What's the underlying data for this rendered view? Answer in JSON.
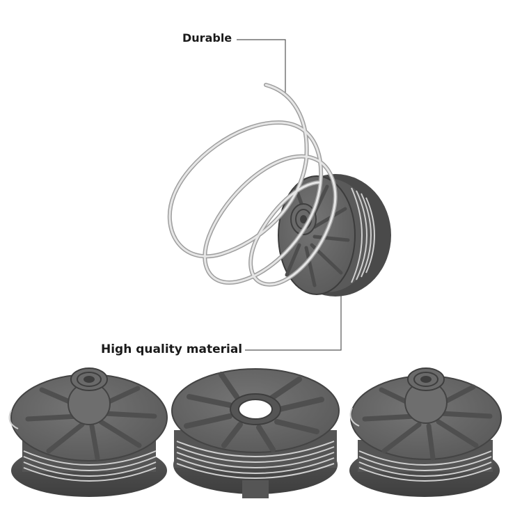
{
  "callouts": {
    "durable": "Durable",
    "high_quality": "High quality material"
  },
  "colors": {
    "background": "#ffffff",
    "spool_body": "#616161",
    "spool_dark": "#4a4a4a",
    "spool_light": "#7a7a7a",
    "line_silver": "#d4d4d4",
    "leader_line": "#555555",
    "label_text": "#1a1a1a"
  },
  "image": {
    "subject_count": 4
  }
}
